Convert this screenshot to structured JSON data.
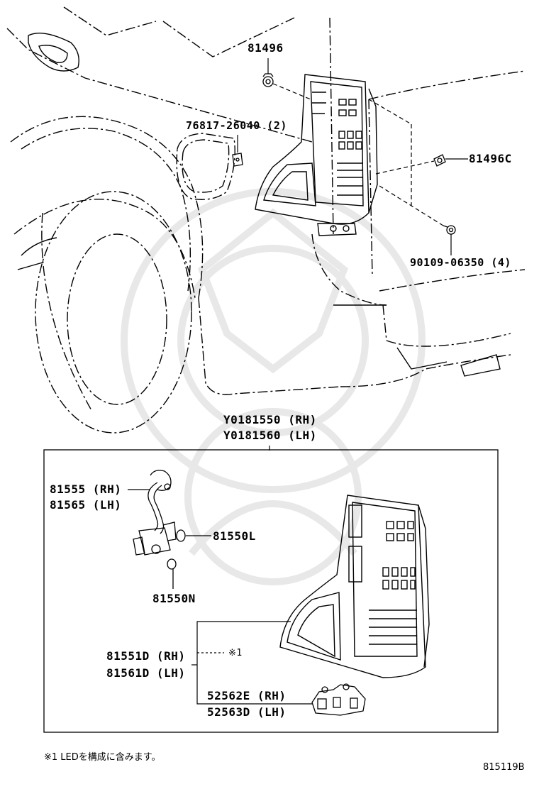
{
  "callouts": {
    "clip_top": "81496",
    "clip_right": "81496C",
    "plate": "76817-26040 (2)",
    "screw": "90109-06350 (4)",
    "assy_rh": "Y0181550 (RH)",
    "assy_lh": "Y0181560 (LH)",
    "socket_rh": "81555 (RH)",
    "socket_lh": "81565 (LH)",
    "bulb_l": "81550L",
    "bulb_n": "81550N",
    "lens_rh": "81551D (RH)",
    "lens_lh": "81561D (LH)",
    "note_ref": "※1",
    "bracket_rh": "52562E (RH)",
    "bracket_lh": "52563D (LH)"
  },
  "footnote": "※1 LEDを構成に含みます。",
  "drawing_number": "815119B",
  "colors": {
    "line": "#000000",
    "watermark": "#e6e6e6",
    "background": "#ffffff"
  }
}
